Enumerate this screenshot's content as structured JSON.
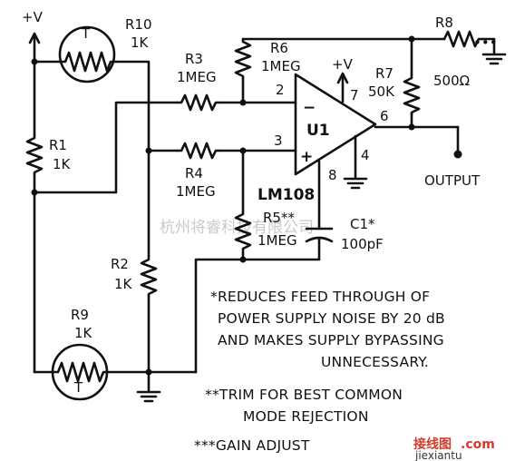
{
  "labels": {
    "supply_left": "+V",
    "supply_right": "+V",
    "r10_name": "R10",
    "r10_value": "1K",
    "r10_symbol": "T",
    "r9_name": "R9",
    "r9_value": "1K",
    "r9_symbol": "T",
    "r1_name": "R1",
    "r1_value": "1K",
    "r2_name": "R2",
    "r2_value": "1K",
    "r3_name": "R3",
    "r3_value": "1MEG",
    "r4_name": "R4",
    "r4_value": "1MEG",
    "r5_name": "R5**",
    "r5_value": "1MEG",
    "r6_name": "R6",
    "r6_value": "1MEG",
    "r7_name": "R7",
    "r7_value": "50K",
    "r8_name": "R8",
    "r8_stars": "•••",
    "r8_value": "500Ω",
    "c1_name": "C1*",
    "c1_value": "100pF",
    "u1_name": "U1",
    "u1_part": "LM108",
    "pin2": "2",
    "pin3": "3",
    "pin4": "4",
    "pin6": "6",
    "pin7": "7",
    "pin8": "8",
    "minus": "−",
    "plus": "+",
    "output": "OUTPUT"
  },
  "notes": {
    "n1_line1": "*REDUCES FEED THROUGH OF",
    "n1_line2": "POWER SUPPLY NOISE BY 20 dB",
    "n1_line3": "AND MAKES SUPPLY BYPASSING",
    "n1_line4": "UNNECESSARY.",
    "n2_line1": "**TRIM FOR BEST COMMON",
    "n2_line2": "MODE REJECTION",
    "n3_line1": "***GAIN ADJUST"
  },
  "watermark": {
    "center": "杭州将睿科技有限公司",
    "corner_cn": "接线图",
    "corner_domain": "jiexiantu",
    "corner_com": ".com"
  }
}
